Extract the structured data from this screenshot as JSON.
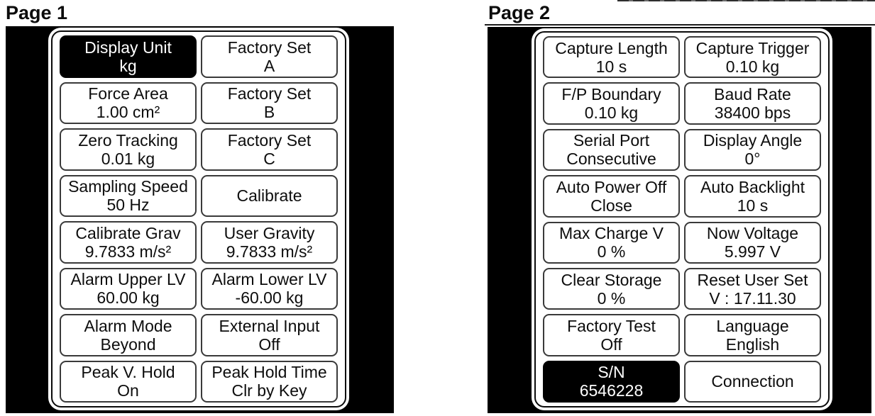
{
  "colors": {
    "screen_background": "#000000",
    "panel_background": "#ffffff",
    "button_border": "#3a3a3a",
    "button_text": "#0d0d0d",
    "selected_button_background": "#000000",
    "selected_button_text": "#ffffff"
  },
  "page1": {
    "title": "Page 1",
    "buttons": [
      {
        "label": "Display Unit",
        "value": "kg",
        "selected": true
      },
      {
        "label": "Factory Set",
        "value": "A",
        "selected": false
      },
      {
        "label": "Force Area",
        "value": "1.00 cm²",
        "selected": false
      },
      {
        "label": "Factory Set",
        "value": "B",
        "selected": false
      },
      {
        "label": "Zero Tracking",
        "value": "0.01 kg",
        "selected": false
      },
      {
        "label": "Factory Set",
        "value": "C",
        "selected": false
      },
      {
        "label": "Sampling Speed",
        "value": "50 Hz",
        "selected": false
      },
      {
        "label": "Calibrate",
        "value": "",
        "selected": false
      },
      {
        "label": "Calibrate Grav",
        "value": "9.7833 m/s²",
        "selected": false
      },
      {
        "label": "User Gravity",
        "value": "9.7833 m/s²",
        "selected": false
      },
      {
        "label": "Alarm Upper LV",
        "value": "60.00 kg",
        "selected": false
      },
      {
        "label": "Alarm Lower LV",
        "value": "-60.00 kg",
        "selected": false
      },
      {
        "label": "Alarm Mode",
        "value": "Beyond",
        "selected": false
      },
      {
        "label": "External Input",
        "value": "Off",
        "selected": false
      },
      {
        "label": "Peak V. Hold",
        "value": "On",
        "selected": false
      },
      {
        "label": "Peak Hold Time",
        "value": "Clr by Key",
        "selected": false
      }
    ]
  },
  "page2": {
    "title": "Page 2",
    "buttons": [
      {
        "label": "Capture Length",
        "value": "10 s",
        "selected": false
      },
      {
        "label": "Capture Trigger",
        "value": "0.10 kg",
        "selected": false
      },
      {
        "label": "F/P Boundary",
        "value": "0.10 kg",
        "selected": false
      },
      {
        "label": "Baud Rate",
        "value": "38400 bps",
        "selected": false
      },
      {
        "label": "Serial Port",
        "value": "Consecutive",
        "selected": false
      },
      {
        "label": "Display Angle",
        "value": "0°",
        "selected": false
      },
      {
        "label": "Auto Power Off",
        "value": "Close",
        "selected": false
      },
      {
        "label": "Auto Backlight",
        "value": "10 s",
        "selected": false
      },
      {
        "label": "Max Charge V",
        "value": "0 %",
        "selected": false
      },
      {
        "label": "Now Voltage",
        "value": "5.997 V",
        "selected": false
      },
      {
        "label": "Clear Storage",
        "value": "0 %",
        "selected": false
      },
      {
        "label": "Reset User Set",
        "value": "V : 17.11.30",
        "selected": false
      },
      {
        "label": "Factory Test",
        "value": "Off",
        "selected": false
      },
      {
        "label": "Language",
        "value": "English",
        "selected": false
      },
      {
        "label": "S/N",
        "value": "6546228",
        "selected": true
      },
      {
        "label": "Connection",
        "value": "",
        "selected": false
      }
    ]
  }
}
